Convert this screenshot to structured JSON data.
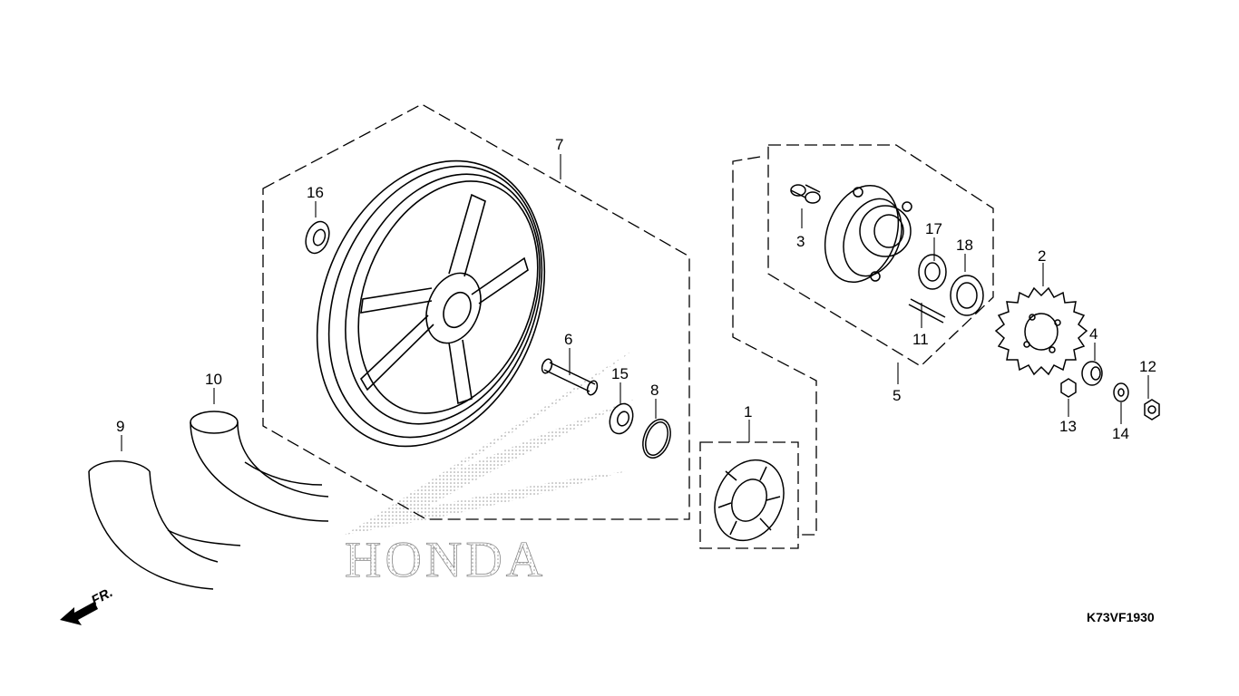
{
  "diagram": {
    "brand_watermark": "HONDA",
    "diagram_code": "K73VF1930",
    "direction_label": "FR.",
    "callouts": [
      "1",
      "2",
      "3",
      "4",
      "5",
      "6",
      "7",
      "8",
      "9",
      "10",
      "11",
      "12",
      "13",
      "14",
      "15",
      "16",
      "17",
      "18"
    ]
  }
}
